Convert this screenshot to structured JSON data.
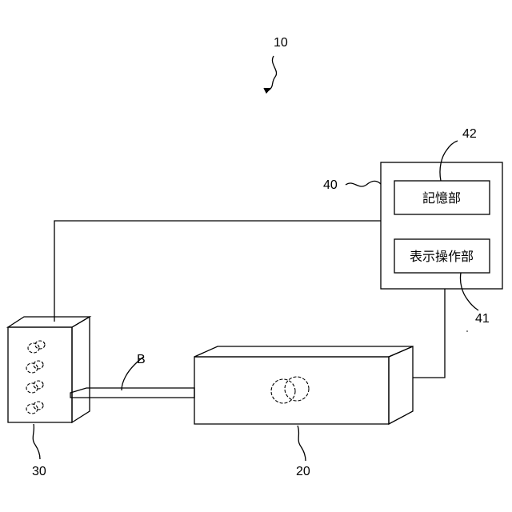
{
  "diagram": {
    "system_ref": "10",
    "controller": {
      "ref": "40",
      "storage": {
        "ref": "42",
        "label": "記憶部"
      },
      "display_operation": {
        "ref": "41",
        "label": "表示操作部"
      }
    },
    "main_unit": {
      "ref": "20"
    },
    "side_unit": {
      "ref": "30"
    },
    "beam_label": "B"
  }
}
